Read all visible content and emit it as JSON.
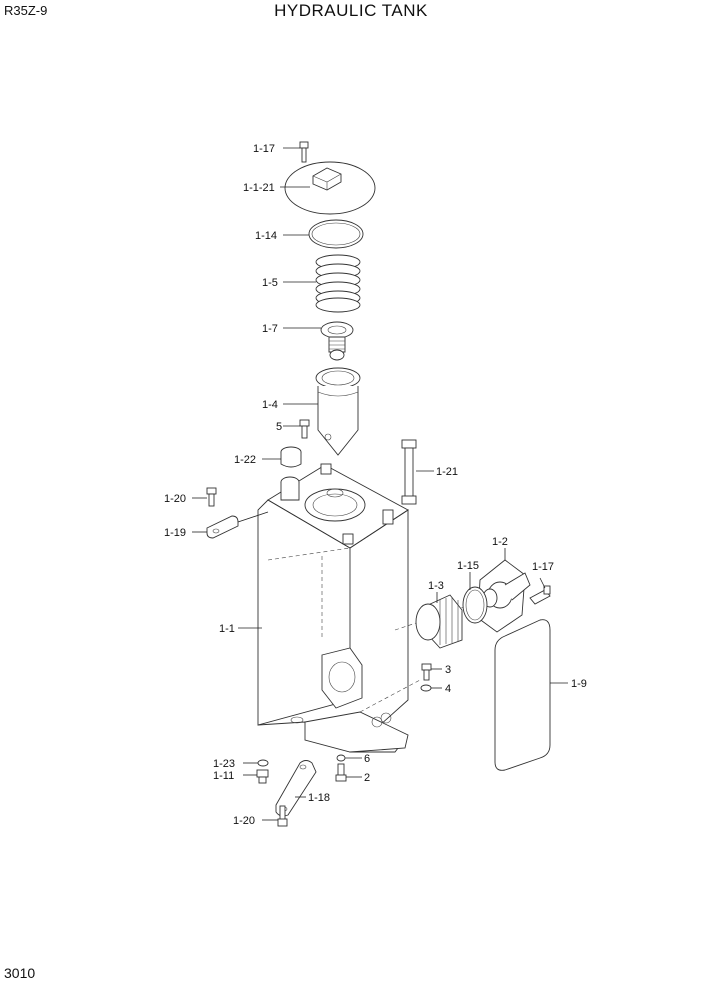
{
  "header": {
    "model": "R35Z-9",
    "title": "HYDRAULIC TANK"
  },
  "footer": {
    "page_number": "3010"
  },
  "callouts": {
    "c_1_17_top": "1-17",
    "c_1_1_21": "1-1-21",
    "c_1_14": "1-14",
    "c_1_5": "1-5",
    "c_1_7": "1-7",
    "c_1_4": "1-4",
    "c_5": "5",
    "c_1_22": "1-22",
    "c_1_21": "1-21",
    "c_1_20_top": "1-20",
    "c_1_19": "1-19",
    "c_1_2": "1-2",
    "c_1_15": "1-15",
    "c_1_17_right": "1-17",
    "c_1_3": "1-3",
    "c_1_1": "1-1",
    "c_3": "3",
    "c_4": "4",
    "c_1_9": "1-9",
    "c_1_23": "1-23",
    "c_1_11": "1-11",
    "c_6": "6",
    "c_2": "2",
    "c_1_18": "1-18",
    "c_1_20_bottom": "1-20"
  }
}
